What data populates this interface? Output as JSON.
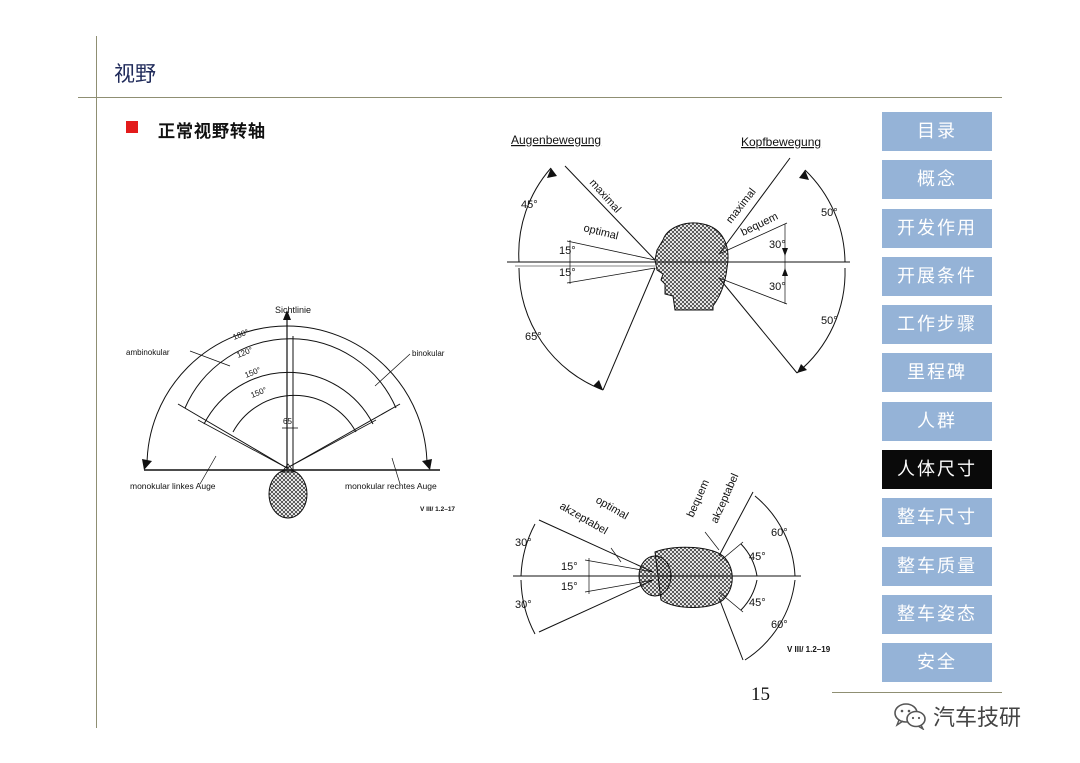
{
  "header": {
    "title": "视野"
  },
  "section": {
    "subtitle": "正常视野转轴"
  },
  "figure_left": {
    "sichtlinie": "Sichtlinie",
    "ambinokular": "ambinokular",
    "binokular": "binokular",
    "a180": "180°",
    "a120": "120°",
    "a150a": "150°",
    "a150b": "150°",
    "n65": "65",
    "mono_left": "monokular linkes Auge",
    "mono_right": "monokular rechtes Auge",
    "ref": "V III/ 1.2–17"
  },
  "figure_top": {
    "augen": "Augenbewegung",
    "kopf": "Kopfbewegung",
    "maximal_l": "maximal",
    "optimal": "optimal",
    "a45": "45°",
    "a15a": "15°",
    "a15b": "15°",
    "a65": "65°",
    "maximal_r": "maximal",
    "bequem": "bequem",
    "a30a": "30°",
    "a30b": "30°",
    "a50a": "50°",
    "a50b": "50°"
  },
  "figure_bottom": {
    "optimal": "optimal",
    "akzeptabel_l": "akzeptabel",
    "bequem": "bequem",
    "akzeptabel_r": "akzeptabel",
    "a30a": "30°",
    "a30b": "30°",
    "a15a": "15°",
    "a15b": "15°",
    "a60a": "60°",
    "a60b": "60°",
    "a45a": "45°",
    "a45b": "45°",
    "ref": "V III/ 1.2–19"
  },
  "nav": {
    "items": [
      {
        "label": "目录"
      },
      {
        "label": "概念"
      },
      {
        "label": "开发作用"
      },
      {
        "label": "开展条件"
      },
      {
        "label": "工作步骤"
      },
      {
        "label": "里程碑"
      },
      {
        "label": "人群"
      },
      {
        "label": "人体尺寸"
      },
      {
        "label": "整车尺寸"
      },
      {
        "label": "整车质量"
      },
      {
        "label": "整车姿态"
      },
      {
        "label": "安全"
      }
    ],
    "active_index": 7,
    "color": "#95b3d7",
    "active_color": "#0a0a0a"
  },
  "footer": {
    "page_number": "15",
    "brand": "汽车技研"
  },
  "colors": {
    "accent": "#e31b1b",
    "title": "#1f2a5a",
    "rule": "#8f8f73"
  }
}
